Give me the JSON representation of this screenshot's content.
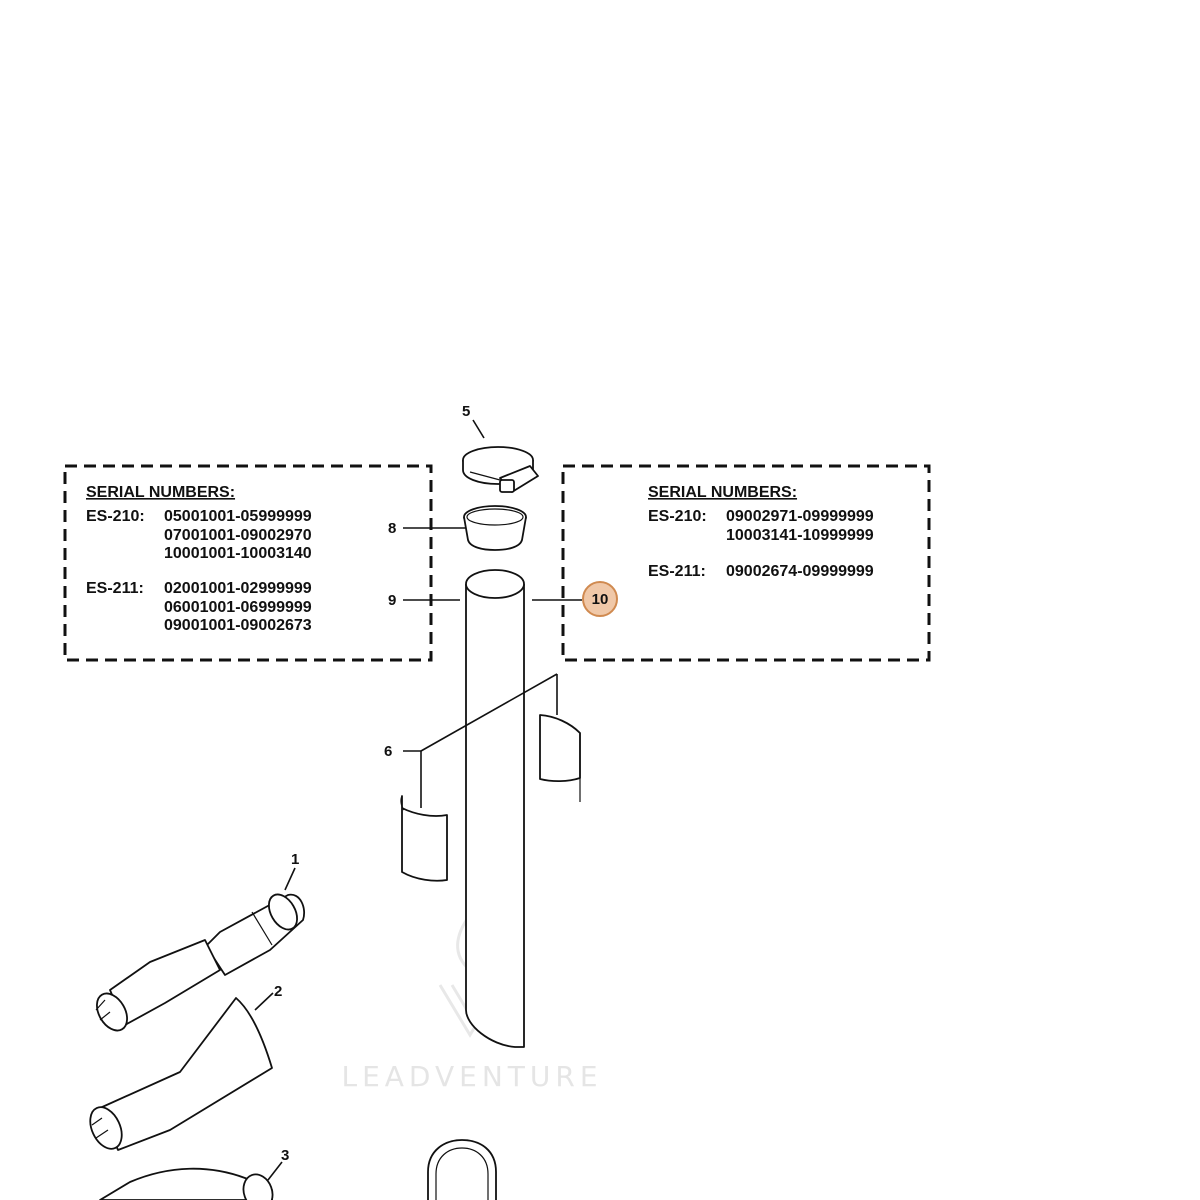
{
  "watermark": {
    "text": "LEADVENTURE"
  },
  "highlight": {
    "color": "#f0c8a8",
    "stroke": "#d08a50"
  },
  "left_box": {
    "heading": "SERIAL NUMBERS:",
    "groups": [
      {
        "model": "ES-210:",
        "ranges": [
          "05001001-05999999",
          "07001001-09002970",
          "10001001-10003140"
        ]
      },
      {
        "model": "ES-211:",
        "ranges": [
          "02001001-02999999",
          "06001001-06999999",
          "09001001-09002673"
        ]
      }
    ]
  },
  "right_box": {
    "heading": "SERIAL NUMBERS:",
    "groups": [
      {
        "model": "ES-210:",
        "ranges": [
          "09002971-09999999",
          "10003141-10999999"
        ]
      },
      {
        "model": "ES-211:",
        "ranges": [
          "09002674-09999999"
        ]
      }
    ]
  },
  "callouts": {
    "c1": "1",
    "c2": "2",
    "c3": "3",
    "c5": "5",
    "c6": "6",
    "c8": "8",
    "c9": "9",
    "c10": "10"
  }
}
